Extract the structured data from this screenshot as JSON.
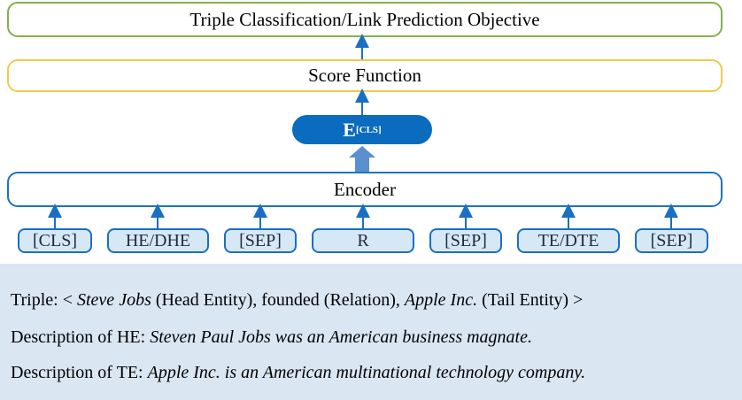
{
  "objective": {
    "label": "Triple Classification/Link Prediction Objective"
  },
  "score": {
    "label": "Score Function"
  },
  "embedding": {
    "main": "E",
    "sub": "[CLS]"
  },
  "encoder": {
    "label": "Encoder"
  },
  "tokens": [
    "[CLS]",
    "HE/DHE",
    "[SEP]",
    "R",
    "[SEP]",
    "TE/DTE",
    "[SEP]"
  ],
  "info": {
    "triple": {
      "prefix": "Triple: < ",
      "head": "Steve Jobs",
      "head_role": " (Head Entity), founded (Relation), ",
      "tail": "Apple Inc.",
      "tail_role": " (Tail Entity) >"
    },
    "desc_he": {
      "label": "Description of HE: ",
      "text": "Steven Paul Jobs was an American business magnate."
    },
    "desc_te": {
      "label": "Description of TE: ",
      "text": "Apple Inc. is an American multinational technology company."
    }
  },
  "colors": {
    "objective_border": "#7fb24c",
    "score_border": "#f2c94c",
    "accent_blue": "#0a6bbf",
    "token_fill": "#d6e7f6",
    "panel_bg": "#dbe6f3"
  }
}
